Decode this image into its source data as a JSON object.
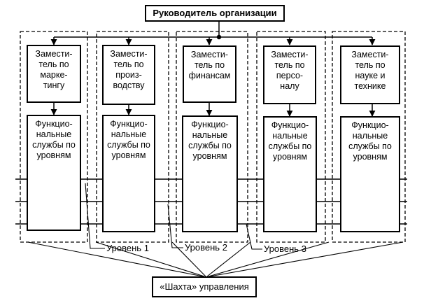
{
  "diagram": {
    "head": "Руководитель организации",
    "departments": [
      {
        "deputy": "Замести-\nтель по\nмарке-\nтингу",
        "services": "Функцио-\nнальные\nслужбы по\nуровням"
      },
      {
        "deputy": "Замести-\nтель по\nпроиз-\nводству",
        "services": "Функцио-\nнальные\nслужбы по\nуровням"
      },
      {
        "deputy": "Замести-\nтель по\nфинансам",
        "services": "Функцио-\nнальные\nслужбы по\nуровням"
      },
      {
        "deputy": "Замести-\nтель по\nперсо-\nналу",
        "services": "Функцио-\nнальные\nслужбы по\nуровням"
      },
      {
        "deputy": "Замести-\nтель по\nнауке и\nтехнике",
        "services": "Функцио-\nнальные\nслужбы по\nуровням"
      }
    ],
    "levels": [
      "Уровень 1",
      "Уровень 2",
      "Уровень 3"
    ],
    "shaft": "«Шахта» управления"
  }
}
